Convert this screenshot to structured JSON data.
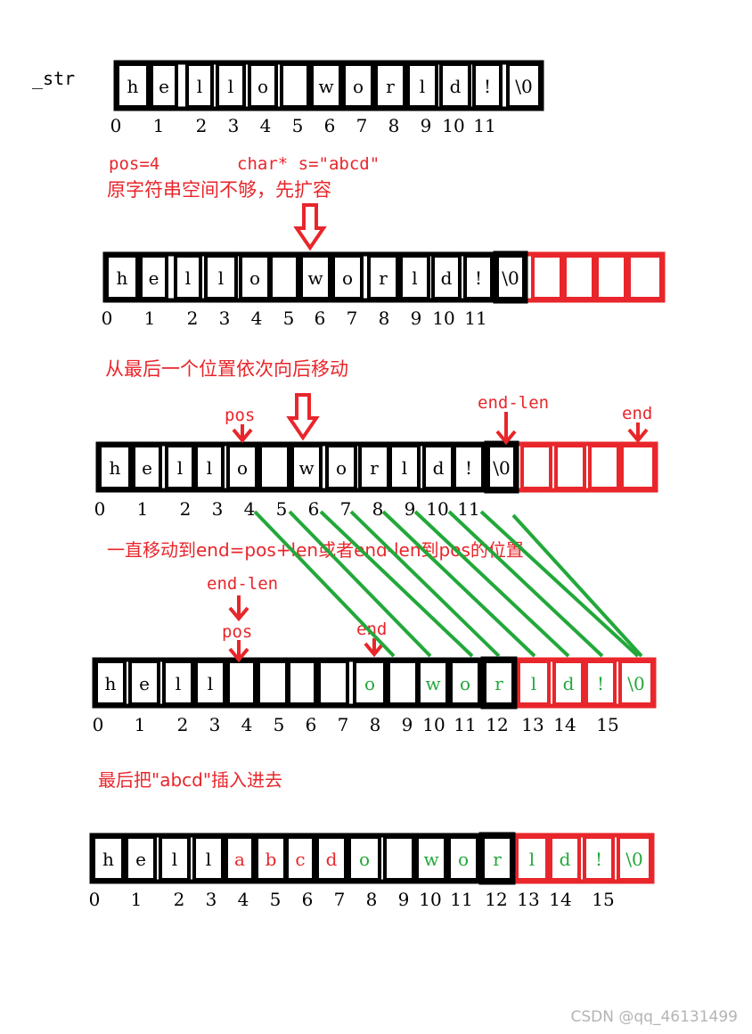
{
  "label_str": "_str",
  "rows": [
    {
      "id": "row1",
      "chars": [
        "h",
        "e",
        "l",
        "l",
        "o",
        "",
        "w",
        "o",
        "r",
        "l",
        "d",
        "!",
        "\\0"
      ],
      "char_colors": [],
      "indices": [
        "0",
        "1",
        "2",
        "3",
        "4",
        "5",
        "6",
        "7",
        "8",
        "9",
        "10",
        "11"
      ]
    },
    {
      "id": "row2",
      "chars": [
        "h",
        "e",
        "l",
        "l",
        "o",
        "",
        "w",
        "o",
        "r",
        "l",
        "d",
        "!",
        "\\0",
        "",
        "",
        "",
        ""
      ],
      "indices": [
        "0",
        "1",
        "2",
        "3",
        "4",
        "5",
        "6",
        "7",
        "8",
        "9",
        "10",
        "11"
      ]
    },
    {
      "id": "row3",
      "chars": [
        "h",
        "e",
        "l",
        "l",
        "o",
        "",
        "w",
        "o",
        "r",
        "l",
        "d",
        "!",
        "\\0",
        "",
        "",
        "",
        ""
      ],
      "indices": [
        "0",
        "1",
        "2",
        "3",
        "4",
        "5",
        "6",
        "7",
        "8",
        "9",
        "10",
        "11"
      ]
    },
    {
      "id": "row4",
      "chars": [
        "h",
        "e",
        "l",
        "l",
        "",
        "",
        "",
        "",
        "o",
        "",
        "w",
        "o",
        "r",
        "l",
        "d",
        "!",
        "\\0"
      ],
      "indices": [
        "0",
        "1",
        "2",
        "3",
        "4",
        "5",
        "6",
        "7",
        "8",
        "9",
        "10",
        "11",
        "12",
        "13",
        "14",
        "15"
      ]
    },
    {
      "id": "row5",
      "chars": [
        "h",
        "e",
        "l",
        "l",
        "a",
        "b",
        "c",
        "d",
        "o",
        "",
        "w",
        "o",
        "r",
        "l",
        "d",
        "!",
        "\\0"
      ],
      "indices": [
        "0",
        "1",
        "2",
        "3",
        "4",
        "5",
        "6",
        "7",
        "8",
        "9",
        "10",
        "11",
        "12",
        "13",
        "14",
        "15"
      ]
    }
  ],
  "annotations": {
    "pos_line": "pos=4",
    "char_line": "char* s=\"abcd\"",
    "expand_note": "原字符串空间不够，先扩容",
    "move_note": "从最后一个位置依次向后移动",
    "pos_label": "pos",
    "end_len_label": "end-len",
    "end_label": "end",
    "until_note": "一直移动到end=pos+len或者end-len到pos的位置",
    "end_len_label_2": "end-len",
    "pos_label_2": "pos",
    "end_label_2": "end",
    "insert_note": "最后把\"abcd\"插入进去"
  },
  "watermark": "CSDN @qq_46131499",
  "colors": {
    "red": "#e8262b",
    "green": "#22a83a",
    "black": "#000000"
  }
}
